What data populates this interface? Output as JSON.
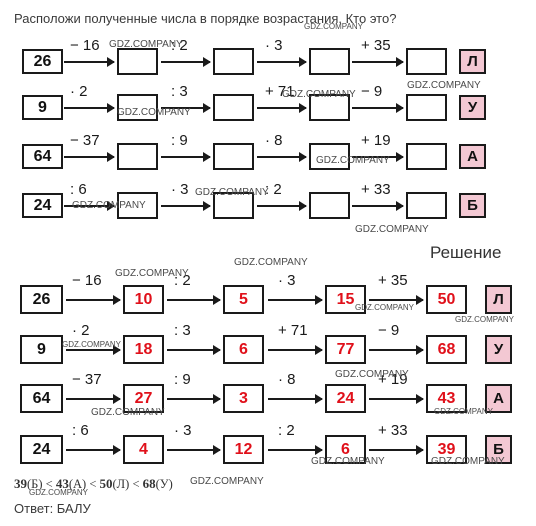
{
  "task_text": "Расположи полученные числа в порядке возрастания. Кто это?",
  "solution_title": "Решение",
  "task_rows": [
    {
      "start": "26",
      "ops": [
        "− 16",
        ": 2",
        "· 3",
        "+ 35"
      ],
      "letter": "Л"
    },
    {
      "start": "9",
      "ops": [
        "· 2",
        ": 3",
        "+ 71",
        "− 9"
      ],
      "letter": "У"
    },
    {
      "start": "64",
      "ops": [
        "− 37",
        ": 9",
        "· 8",
        "+ 19"
      ],
      "letter": "А"
    },
    {
      "start": "24",
      "ops": [
        ": 6",
        "· 3",
        ": 2",
        "+ 33"
      ],
      "letter": "Б"
    }
  ],
  "solution_rows": [
    {
      "start": "26",
      "ops": [
        "− 16",
        ": 2",
        "· 3",
        "+ 35"
      ],
      "results": [
        "10",
        "5",
        "15",
        "50"
      ],
      "letter": "Л"
    },
    {
      "start": "9",
      "ops": [
        "· 2",
        ": 3",
        "+ 71",
        "− 9"
      ],
      "results": [
        "18",
        "6",
        "77",
        "68"
      ],
      "letter": "У"
    },
    {
      "start": "64",
      "ops": [
        "− 37",
        ": 9",
        "· 8",
        "+ 19"
      ],
      "results": [
        "27",
        "3",
        "24",
        "43"
      ],
      "letter": "А"
    },
    {
      "start": "24",
      "ops": [
        ": 6",
        "· 3",
        ": 2",
        "+ 33"
      ],
      "results": [
        "4",
        "12",
        "6",
        "39"
      ],
      "letter": "Б"
    }
  ],
  "inequality": {
    "items": [
      {
        "num": "39",
        "letter": "(Б)"
      },
      {
        "num": "43",
        "letter": "(А)"
      },
      {
        "num": "50",
        "letter": "(Л)"
      },
      {
        "num": "68",
        "letter": "(У)"
      }
    ],
    "sep": " < "
  },
  "answer_text": "Ответ: БАЛУ",
  "watermark_text": "GDZ.COMPANY",
  "colors": {
    "result_red": "#e0101a",
    "letter_bg": "#f3c8d3",
    "border": "#1a1a1a"
  }
}
